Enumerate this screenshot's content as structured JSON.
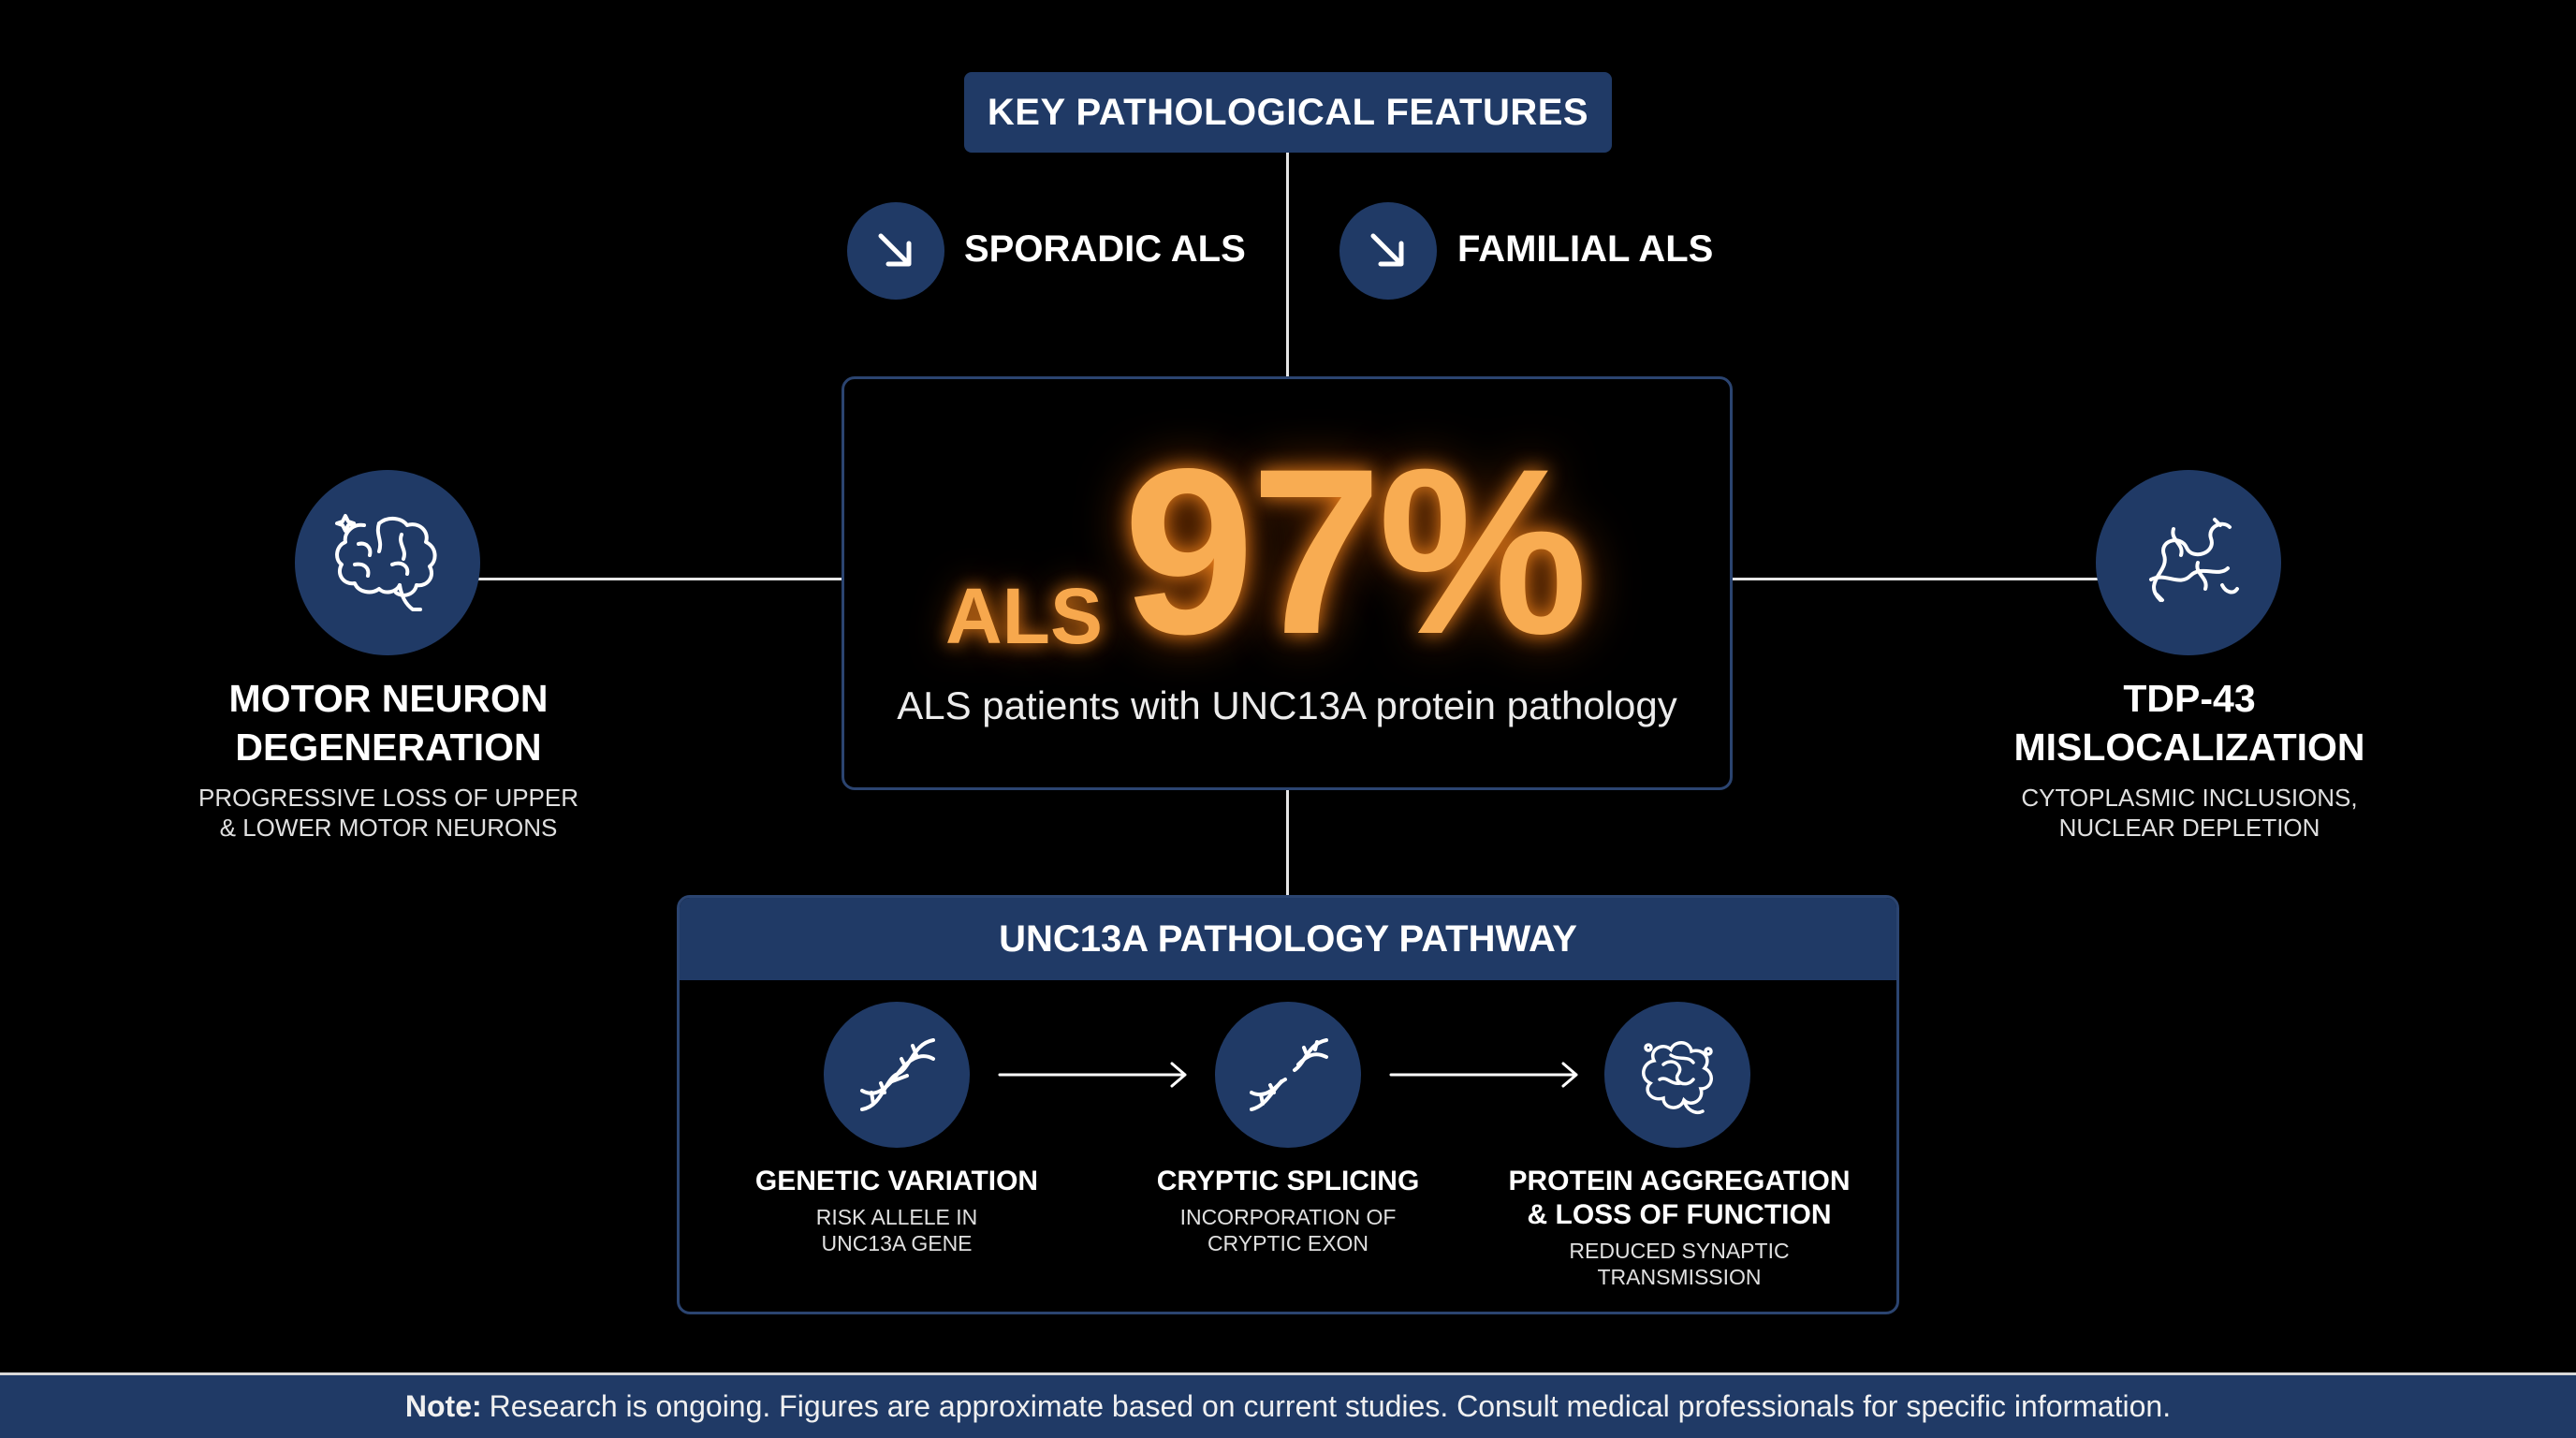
{
  "header": {
    "title": "KEY PATHOLOGICAL FEATURES"
  },
  "types": [
    {
      "label": "SPORADIC ALS",
      "icon": "arrow-down-right-icon"
    },
    {
      "label": "FAMILIAL ALS",
      "icon": "arrow-down-right-icon"
    }
  ],
  "highlight": {
    "prefix": "ALS",
    "value": "97%",
    "description": "ALS patients with UNC13A protein pathology",
    "color": "#f8ac52"
  },
  "left_feature": {
    "icon": "brain-icon",
    "title_line1": "MOTOR NEURON",
    "title_line2": "DEGENERATION",
    "desc_line1": "PROGRESSIVE LOSS OF UPPER",
    "desc_line2": "& LOWER MOTOR NEURONS"
  },
  "right_feature": {
    "icon": "protein-strand-icon",
    "title_line1": "TDP-43",
    "title_line2": "MISLOCALIZATION",
    "desc_line1": "CYTOPLASMIC INCLUSIONS,",
    "desc_line2": "NUCLEAR DEPLETION"
  },
  "pathway": {
    "title": "UNC13A PATHOLOGY PATHWAY",
    "steps": [
      {
        "icon": "dna-icon",
        "title_line1": "GENETIC VARIATION",
        "title_line2": "",
        "desc_line1": "RISK ALLELE IN",
        "desc_line2": "UNC13A GENE"
      },
      {
        "icon": "dna-split-icon",
        "title_line1": "CRYPTIC SPLICING",
        "title_line2": "",
        "desc_line1": "INCORPORATION OF",
        "desc_line2": "CRYPTIC EXON"
      },
      {
        "icon": "protein-aggregate-icon",
        "title_line1": "PROTEIN AGGREGATION",
        "title_line2": "& LOSS OF FUNCTION",
        "desc_line1": "REDUCED SYNAPTIC",
        "desc_line2": "TRANSMISSION"
      }
    ]
  },
  "footer": {
    "label": "Note:",
    "text": "Research is ongoing. Figures are approximate based on current studies. Consult medical professionals for specific information."
  },
  "colors": {
    "navy": "#203a66",
    "border": "#2b4470",
    "accent": "#f8ac52"
  }
}
